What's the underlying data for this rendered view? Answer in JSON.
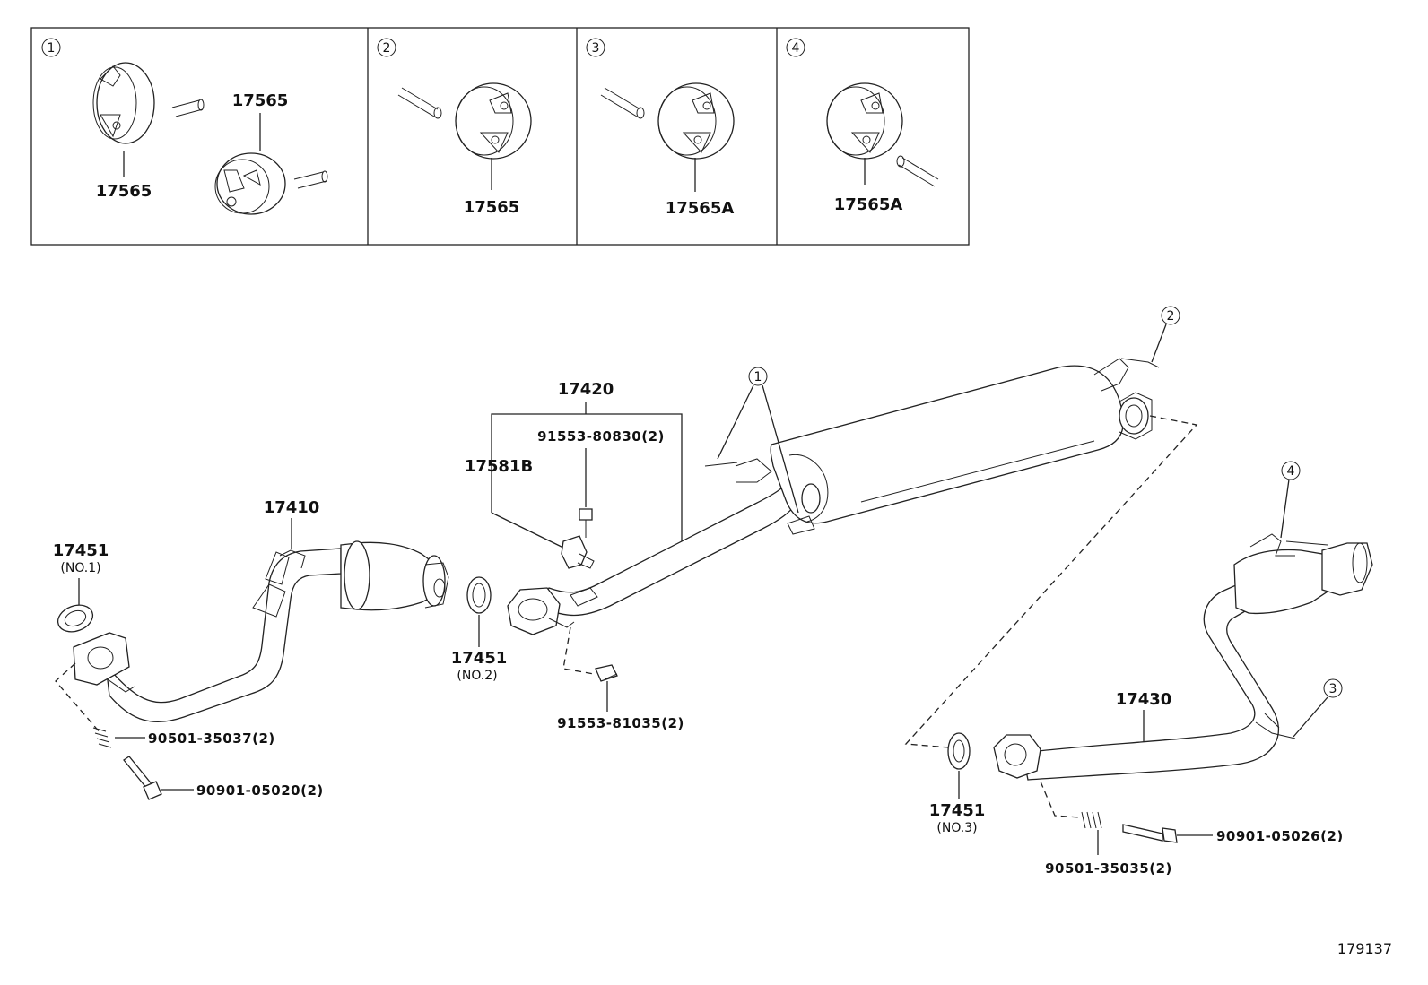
{
  "insets": [
    {
      "index": "1",
      "labels": [
        "17565",
        "17565"
      ]
    },
    {
      "index": "2",
      "labels": [
        "17565"
      ]
    },
    {
      "index": "3",
      "labels": [
        "17565A"
      ]
    },
    {
      "index": "4",
      "labels": [
        "17565A"
      ]
    }
  ],
  "parts": {
    "front_pipe": "17410",
    "gasket_no1": "17451",
    "gasket_no1_sub": "(NO.1)",
    "gasket_no2": "17451",
    "gasket_no2_sub": "(NO.2)",
    "gasket_no3": "17451",
    "gasket_no3_sub": "(NO.3)",
    "center_pipe": "17420",
    "clamp": "17581B",
    "clamp_bolt": "91553-80830(2)",
    "center_flange_bolt": "91553-81035(2)",
    "front_spring": "90501-35037(2)",
    "front_bolt": "90901-05020(2)",
    "tail_pipe": "17430",
    "tail_spring": "90501-35035(2)",
    "tail_bolt": "90901-05026(2)"
  },
  "callouts": {
    "hanger_1": "1",
    "hanger_2": "2",
    "hanger_3": "3",
    "hanger_4": "4"
  },
  "diagram_id": "179137"
}
